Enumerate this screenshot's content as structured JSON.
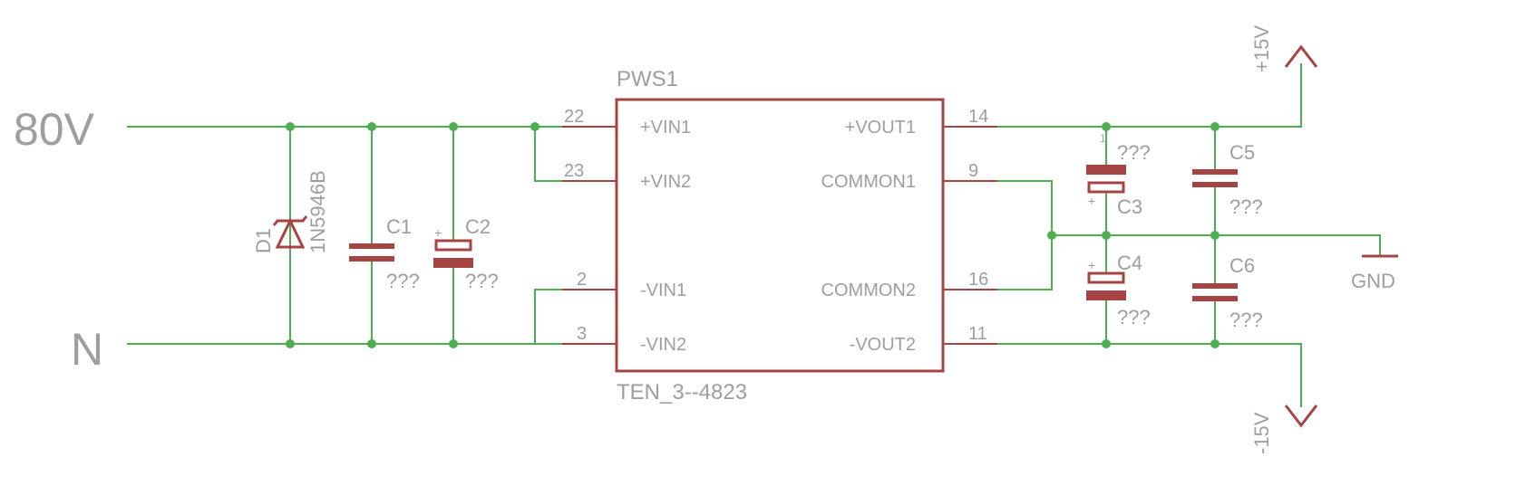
{
  "nets": {
    "input_pos": "80V",
    "input_neg": "N",
    "out_pos": "+15V",
    "out_neg": "-15V",
    "ground": "GND"
  },
  "ic": {
    "name": "PWS1",
    "value": "TEN_3--4823",
    "pins": {
      "vin1_pos": {
        "num": "22",
        "label": "+VIN1"
      },
      "vin2_pos": {
        "num": "23",
        "label": "+VIN2"
      },
      "vin1_neg": {
        "num": "2",
        "label": "-VIN1"
      },
      "vin2_neg": {
        "num": "3",
        "label": "-VIN2"
      },
      "vout1_pos": {
        "num": "14",
        "label": "+VOUT1"
      },
      "common1": {
        "num": "9",
        "label": "COMMON1"
      },
      "common2": {
        "num": "16",
        "label": "COMMON2"
      },
      "vout2_neg": {
        "num": "11",
        "label": "-VOUT2"
      }
    }
  },
  "parts": {
    "d1": {
      "name": "D1",
      "value": "1N5946B"
    },
    "c1": {
      "name": "C1",
      "value": "???"
    },
    "c2": {
      "name": "C2",
      "value": "???"
    },
    "c3": {
      "name": "C3",
      "value": "???"
    },
    "c4": {
      "name": "C4",
      "value": "???"
    },
    "c5": {
      "name": "C5",
      "value": "???"
    },
    "c6": {
      "name": "C6",
      "value": "???"
    }
  },
  "marks": {
    "plus": "+",
    "pin_one": "1"
  },
  "colors": {
    "wire": "#4caf50",
    "component": "#a64444",
    "text": "#9e9e9e",
    "background": "#ffffff"
  }
}
